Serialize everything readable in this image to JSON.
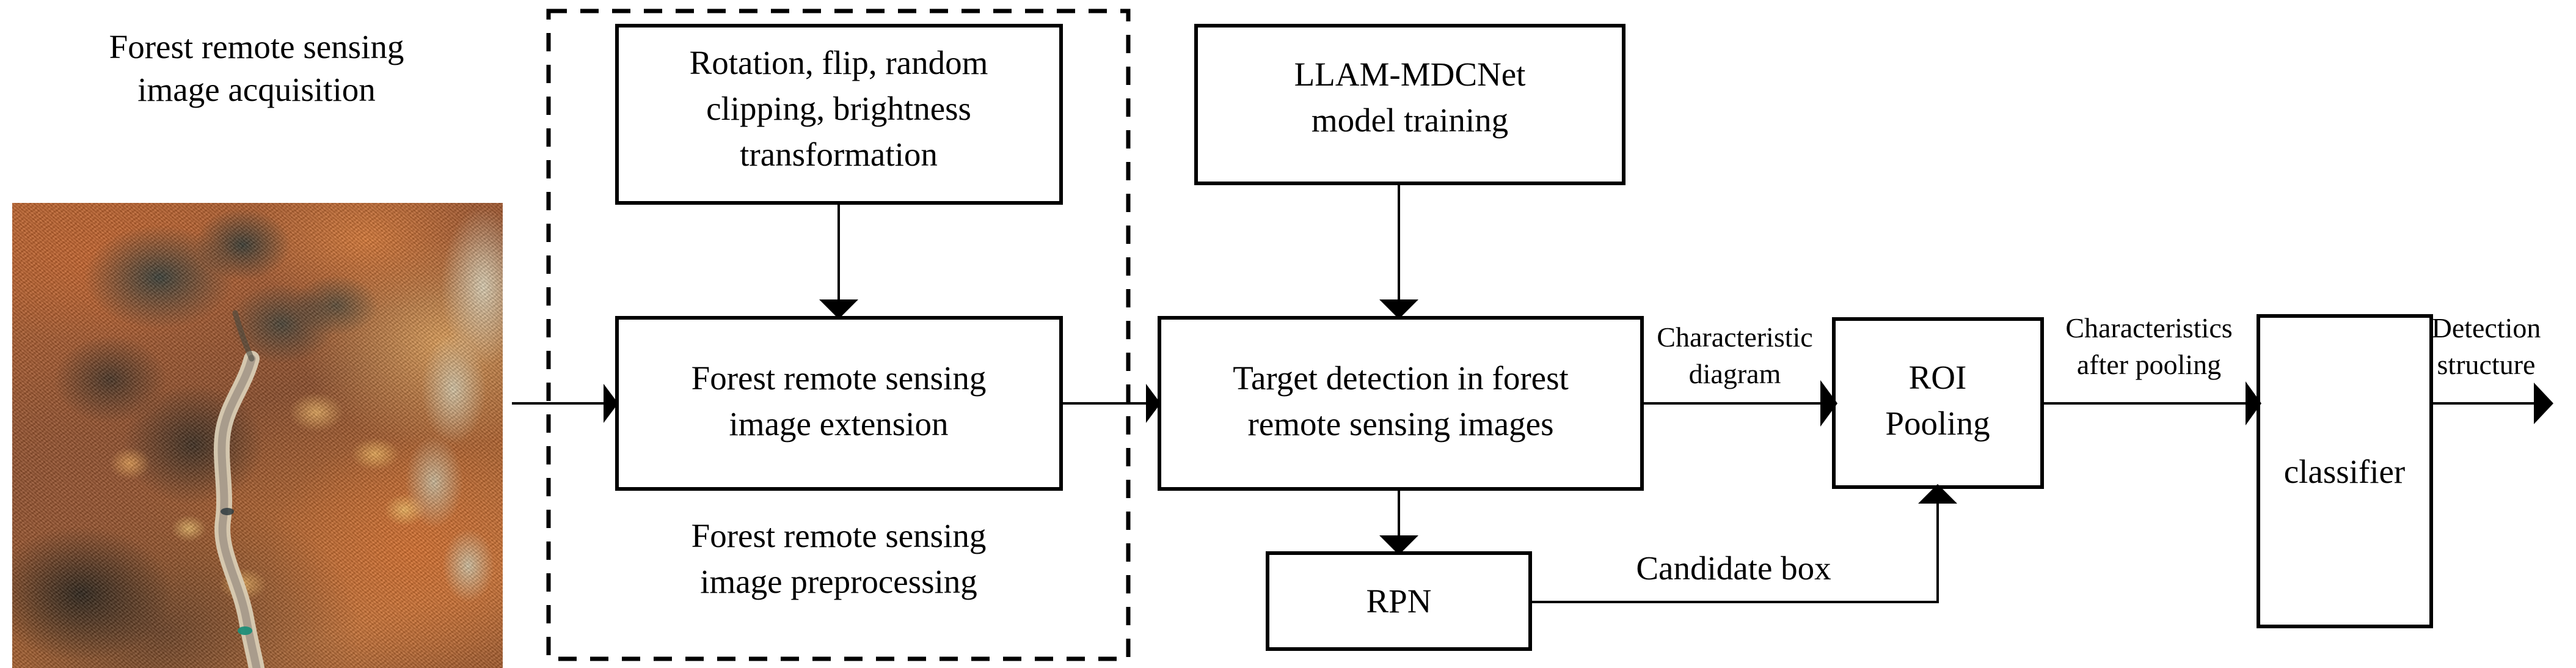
{
  "diagram": {
    "title": "LLAM-MDCNet forest remote sensing target detection pipeline",
    "acquisition": {
      "caption_line1": "Forest remote sensing",
      "caption_line2": "image acquisition",
      "image_name": "aerial-autumn-forest-road-photo"
    },
    "preprocessing_group": {
      "label_line1": "Forest remote sensing",
      "label_line2": "image preprocessing",
      "border_style": "dashed"
    },
    "boxes": [
      {
        "id": "augmentation",
        "lines": [
          "Rotation, flip, random",
          "clipping, brightness",
          "transformation"
        ]
      },
      {
        "id": "extension",
        "lines": [
          "Forest remote sensing",
          "image extension"
        ]
      },
      {
        "id": "model-training",
        "lines": [
          "LLAM-MDCNet",
          "model training"
        ]
      },
      {
        "id": "target-detection",
        "lines": [
          "Target detection in forest",
          "remote sensing images"
        ]
      },
      {
        "id": "rpn",
        "lines": [
          "RPN"
        ]
      },
      {
        "id": "roi-pooling",
        "lines": [
          "ROI",
          "Pooling"
        ]
      },
      {
        "id": "classifier",
        "lines": [
          "classifier"
        ]
      }
    ],
    "edge_labels": [
      {
        "id": "characteristic-diagram",
        "lines": [
          "Characteristic",
          "diagram"
        ]
      },
      {
        "id": "characteristics-after-pooling",
        "lines": [
          "Characteristics",
          "after pooling"
        ]
      },
      {
        "id": "detection-structure",
        "lines": [
          "Detection",
          "structure"
        ]
      },
      {
        "id": "candidate-box",
        "lines": [
          "Candidate box"
        ]
      }
    ],
    "colors": {
      "stroke": "#000000",
      "fill": "#ffffff",
      "background": "#ffffff"
    }
  }
}
